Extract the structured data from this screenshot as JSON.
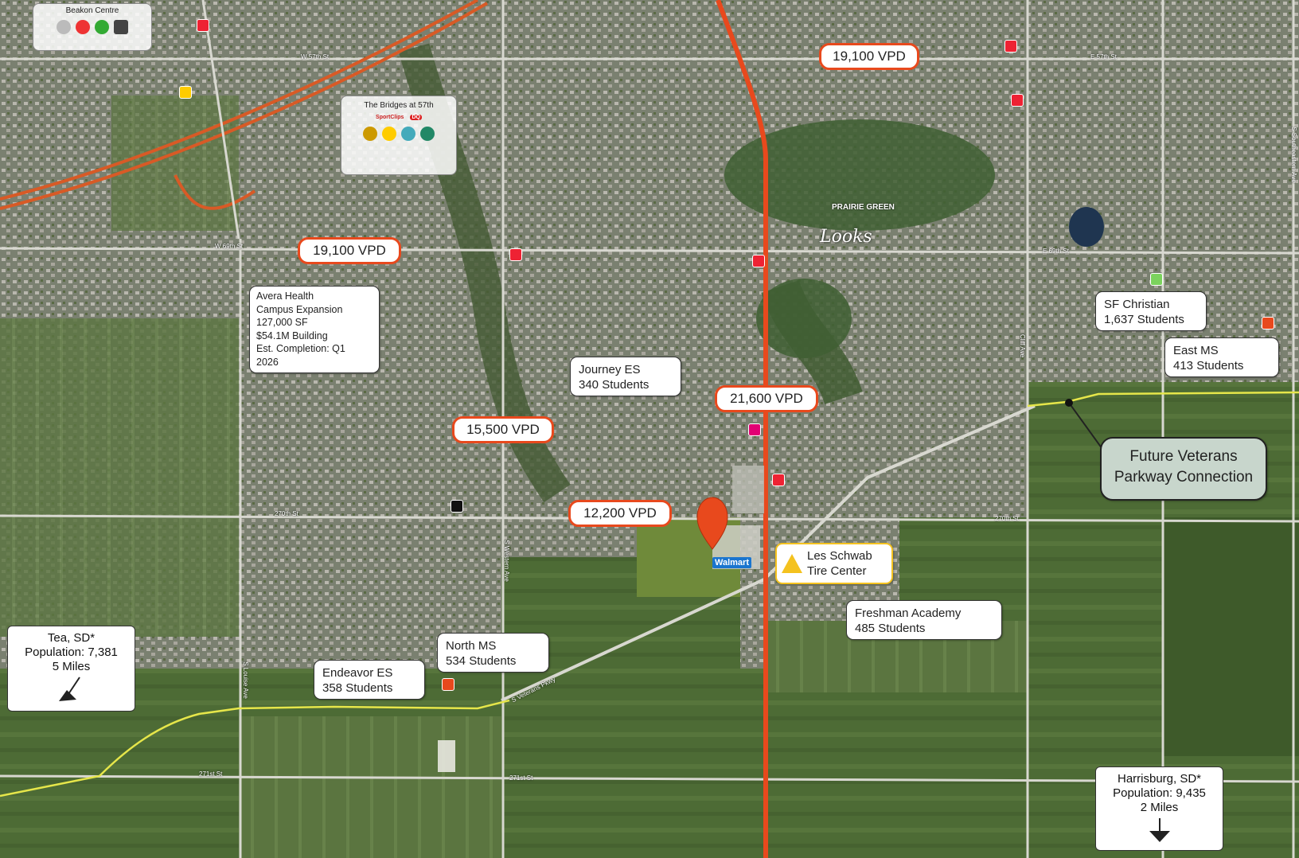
{
  "traffic_counts": [
    {
      "id": "vpd-57th",
      "text": "19,100 VPD"
    },
    {
      "id": "vpd-69th",
      "text": "19,100 VPD"
    },
    {
      "id": "vpd-minnesota",
      "text": "21,600 VPD"
    },
    {
      "id": "vpd-western",
      "text": "15,500 VPD"
    },
    {
      "id": "vpd-270th",
      "text": "12,200 VPD"
    }
  ],
  "labels": {
    "avera": [
      "Avera  Health",
      "Campus Expansion",
      "127,000 SF",
      "$54.1M Building",
      "Est. Completion: Q1",
      "2026"
    ],
    "journey": [
      "Journey ES",
      "340 Students"
    ],
    "sf_christian": [
      "SF Christian",
      "1,637 Students"
    ],
    "east_ms": [
      "East MS",
      "413 Students"
    ],
    "veterans": [
      "Future Veterans",
      "Parkway Connection"
    ],
    "les_schwab": [
      "Les Schwab",
      "Tire Center"
    ],
    "freshman": [
      "Freshman Academy",
      "485 Students"
    ],
    "north_ms": [
      "North MS",
      "534 Students"
    ],
    "endeavor": [
      "Endeavor ES",
      "358 Students"
    ]
  },
  "cities": {
    "tea": {
      "name": "Tea, SD*",
      "population": "Population: 7,381",
      "distance": "5 Miles"
    },
    "harrisburg": {
      "name": "Harrisburg, SD*",
      "population": "Population: 9,435",
      "distance": "2 Miles"
    }
  },
  "panels": {
    "beakon": "Beakon Centre",
    "bridges": "The Bridges at 57th",
    "bridges_logos": [
      "SportClips",
      "DQ"
    ]
  },
  "roads": {
    "w57": "W 57th St",
    "e57": "E 57th St",
    "w69": "W 69th St",
    "e69": "E 69th St",
    "w270": "270th St",
    "e270": "270th St",
    "w271": "271st St",
    "e271": "271st St",
    "louise": "S Louise Ave",
    "western": "S Western Ave",
    "cliff": "Cliff Ave",
    "veterans": "S Veterans Pkwy",
    "southeastern": "S Southeastern Ave"
  },
  "map_features": {
    "prairie_green": "PRAIRIE GREEN",
    "looks": "Looks",
    "walmart": "Walmart"
  },
  "colors": {
    "vpd_border": "#e8491d",
    "highway": "#e8491d",
    "future_road": "#e6e64a",
    "pin": "#e8491d"
  }
}
